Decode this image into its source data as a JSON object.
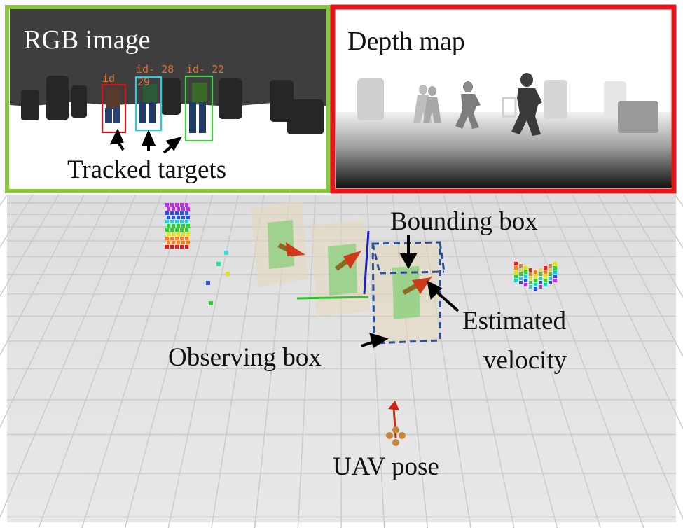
{
  "rgb_panel": {
    "title": "RGB image",
    "border_color": "#8cc63f",
    "track_ids": [
      {
        "text": "id",
        "color": "#e07030"
      },
      {
        "text": "id- 28",
        "color": "#e07030"
      },
      {
        "text": "id- 22",
        "color": "#e07030"
      },
      {
        "text": "29",
        "color": "#e07030"
      }
    ],
    "target_box_colors": [
      "#e01010",
      "#20d0e0",
      "#40d040"
    ],
    "caption": "Tracked targets"
  },
  "depth_panel": {
    "title": "Depth map",
    "border_color": "#e8141c"
  },
  "scene": {
    "annotations": {
      "bounding_box": "Bounding box",
      "estimated_velocity_line1": "Estimated",
      "estimated_velocity_line2": "velocity",
      "observing_box": "Observing box",
      "uav_pose": "UAV pose"
    },
    "colors": {
      "floor": "#e4e4e4",
      "grid": "#c9c9c9",
      "observing_box": "#2a4f9a",
      "target_box": "#7ecb6e",
      "velocity_arrow": "#c8361b"
    }
  }
}
